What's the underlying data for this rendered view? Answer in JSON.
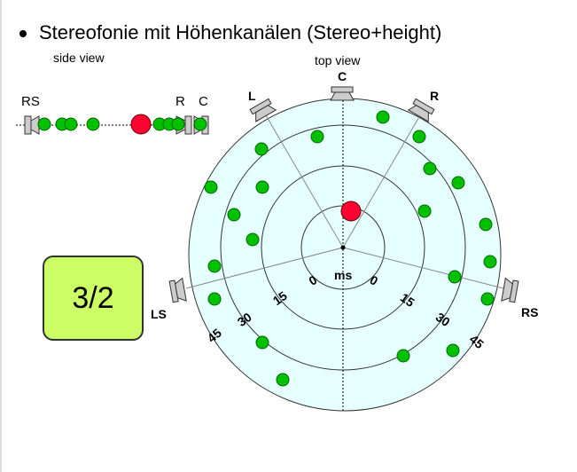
{
  "title": "Stereofonie mit Höhenkanälen (Stereo+height)",
  "side_view": {
    "label": "side view",
    "speakers": [
      "RS",
      "R",
      "C"
    ]
  },
  "top_view": {
    "label": "top view",
    "speakers": {
      "L": "L",
      "C": "C",
      "R": "R",
      "LS": "LS",
      "RS": "RS"
    },
    "unit": "ms",
    "left_ticks": [
      "0",
      "15",
      "30",
      "45"
    ],
    "right_ticks": [
      "0",
      "15",
      "30",
      "45"
    ]
  },
  "format_box": "3/2",
  "colors": {
    "circle_fill": "#e6ffff",
    "green": "#00c000",
    "red": "#ff0033",
    "box": "#ccff66"
  }
}
